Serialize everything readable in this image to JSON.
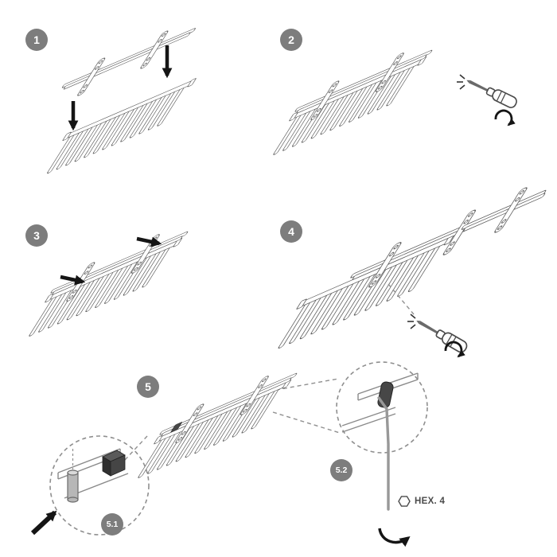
{
  "page": {
    "background": "#ffffff"
  },
  "badges": [
    {
      "label": "1"
    },
    {
      "label": "2"
    },
    {
      "label": "3"
    },
    {
      "label": "4"
    },
    {
      "label": "5"
    },
    {
      "label": "5.1"
    },
    {
      "label": "5.2"
    }
  ],
  "labels": {
    "hex_key_size": "HEX. 4"
  },
  "icons": {
    "screwdriver": "flat-screwdriver",
    "rotation_arrow": "↻",
    "down_arrow": "↓",
    "solid_arrow": "➔",
    "hexagon": "⬡",
    "allen_key": "L-shaped-hex-key"
  },
  "colors": {
    "badge_bg": "#7d7d7d",
    "badge_text": "#ffffff",
    "line_art": "#5f5f5f",
    "dark_part": "#474747",
    "arrow": "#151515",
    "dash": "#8f8f8f"
  }
}
